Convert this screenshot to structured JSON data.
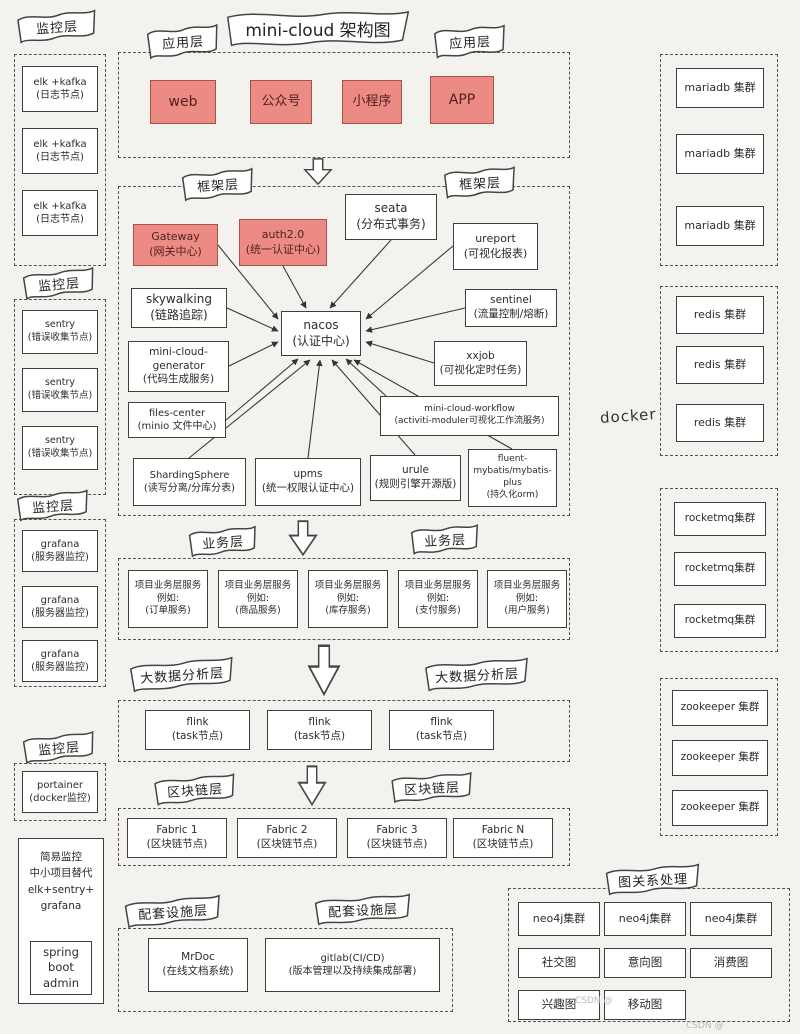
{
  "title": "mini-cloud 架构图",
  "watermarks": {
    "w1": "CSDN @",
    "w2": "CSDN @"
  },
  "colors": {
    "highlight": "#EC8A84",
    "node_border": "#413D3A",
    "background": "#F3F2EF",
    "accent_red": "#B03A34"
  },
  "monitor": {
    "banner1": "监控层",
    "banner2": "监控层",
    "banner3": "监控层",
    "banner4": "监控层",
    "elk": [
      "elk +kafka\n(日志节点)",
      "elk +kafka\n(日志节点)",
      "elk +kafka\n(日志节点)"
    ],
    "sentry": [
      "sentry\n(错误收集节点)",
      "sentry\n(错误收集节点)",
      "sentry\n(错误收集节点)"
    ],
    "grafana": [
      "grafana\n(服务器监控)",
      "grafana\n(服务器监控)",
      "grafana\n(服务器监控)"
    ],
    "portainer": "portainer\n(docker监控)",
    "note": "简易监控\n中小项目替代\nelk+sentry+\ngrafana",
    "note_inner": "spring\nboot\nadmin"
  },
  "app": {
    "banner_left": "应用层",
    "banner_right": "应用层",
    "items": [
      "web",
      "公众号",
      "小程序",
      "APP"
    ]
  },
  "framework": {
    "banner_left": "框架层",
    "banner_right": "框架层",
    "gateway": "Gateway\n(网关中心)",
    "auth": "auth2.0\n(统一认证中心)",
    "seata": "seata\n(分布式事务)",
    "ureport": "ureport\n(可视化报表)",
    "skywalking": "skywalking\n(链路追踪)",
    "sentinel": "sentinel\n(流量控制/熔断)",
    "nacos": "nacos\n(认证中心)",
    "generator": "mini-cloud-\ngenerator\n(代码生成服务)",
    "xxjob": "xxjob\n(可视化定时任务)",
    "files_center": "files-center\n(minio 文件中心)",
    "workflow": "mini-cloud-workflow\n(activiti-moduler可视化工作流服务)",
    "sharding": "ShardingSphere\n(读写分离/分库分表)",
    "upms": "upms\n(统一权限认证中心)",
    "urule": "urule\n(规则引擎开源版)",
    "fluent": "fluent-\nmybatis/mybatis-\nplus\n(持久化orm)"
  },
  "business": {
    "banner_left": "业务层",
    "banner_right": "业务层",
    "items": [
      "项目业务层服务\n例如:\n(订单服务)",
      "项目业务层服务\n例如:\n(商品服务)",
      "项目业务层服务\n例如:\n(库存服务)",
      "项目业务层服务\n例如:\n(支付服务)",
      "项目业务层服务\n例如:\n(用户服务)"
    ]
  },
  "bigdata": {
    "banner_left": "大数据分析层",
    "banner_right": "大数据分析层",
    "items": [
      "flink\n(task节点)",
      "flink\n(task节点)",
      "flink\n(task节点)"
    ]
  },
  "blockchain": {
    "banner_left": "区块链层",
    "banner_right": "区块链层",
    "items": [
      "Fabric 1\n(区块链节点)",
      "Fabric 2\n(区块链节点)",
      "Fabric 3\n(区块链节点)",
      "Fabric N\n(区块链节点)"
    ]
  },
  "infra": {
    "banner_left": "配套设施层",
    "banner_right": "配套设施层",
    "mrdoc": "MrDoc\n(在线文档系统)",
    "gitlab": "gitlab(CI/CD)\n(版本管理以及持续集成部署)"
  },
  "docker_column": {
    "label": "docker",
    "mariadb": [
      "mariadb 集群",
      "mariadb 集群",
      "mariadb 集群"
    ],
    "redis": [
      "redis 集群",
      "redis 集群",
      "redis 集群"
    ],
    "rocketmq": [
      "rocketmq集群",
      "rocketmq集群",
      "rocketmq集群"
    ],
    "zookeeper": [
      "zookeeper 集群",
      "zookeeper 集群",
      "zookeeper 集群"
    ]
  },
  "graph": {
    "banner": "图关系处理",
    "neo4j": [
      "neo4j集群",
      "neo4j集群",
      "neo4j集群"
    ],
    "items": [
      "社交图",
      "意向图",
      "消费图",
      "兴趣图",
      "移动图"
    ]
  }
}
